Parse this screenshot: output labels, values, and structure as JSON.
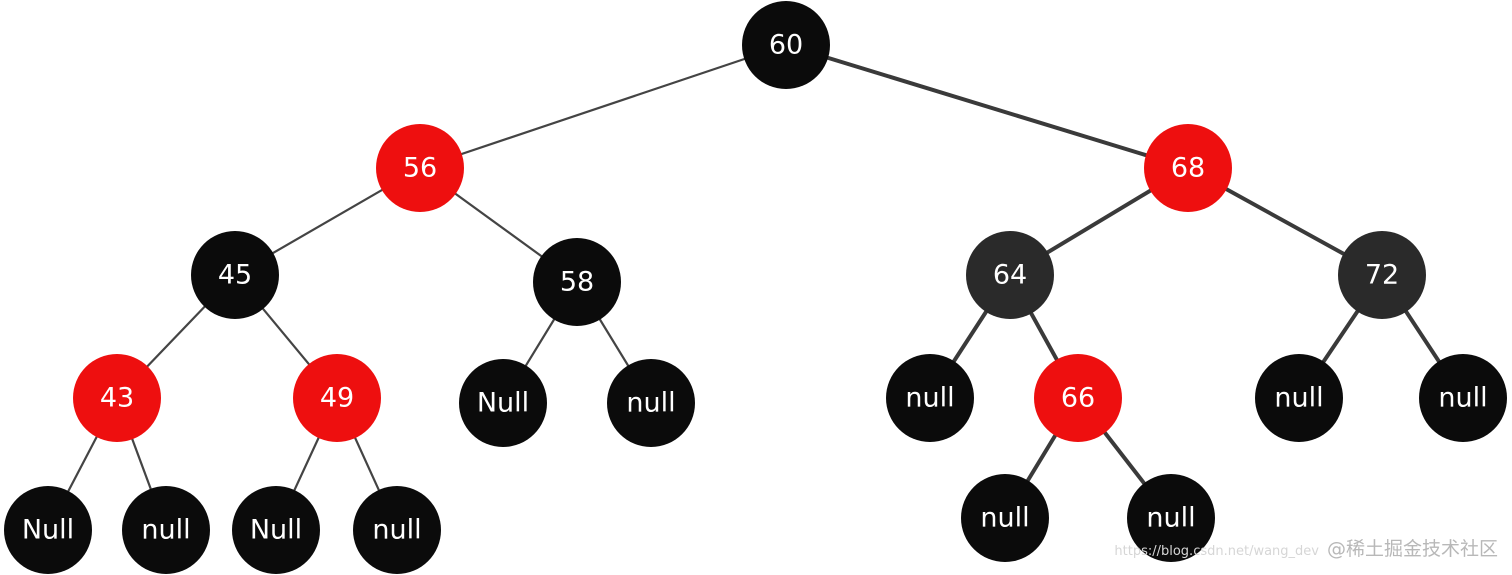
{
  "colors": {
    "black_node": "#0b0b0b",
    "dark_node": "#2a2a2a",
    "red_node": "#ee0f0f",
    "label": "#ffffff"
  },
  "nodes": [
    {
      "id": "n60",
      "label": "60",
      "color": "black"
    },
    {
      "id": "n56",
      "label": "56",
      "color": "red"
    },
    {
      "id": "n68",
      "label": "68",
      "color": "red"
    },
    {
      "id": "n45",
      "label": "45",
      "color": "black"
    },
    {
      "id": "n58",
      "label": "58",
      "color": "black"
    },
    {
      "id": "n64",
      "label": "64",
      "color": "dark"
    },
    {
      "id": "n72",
      "label": "72",
      "color": "dark"
    },
    {
      "id": "n43",
      "label": "43",
      "color": "red"
    },
    {
      "id": "n49",
      "label": "49",
      "color": "red"
    },
    {
      "id": "n58L",
      "label": "Null",
      "color": "black"
    },
    {
      "id": "n58R",
      "label": "null",
      "color": "black"
    },
    {
      "id": "n64L",
      "label": "null",
      "color": "black"
    },
    {
      "id": "n66",
      "label": "66",
      "color": "red"
    },
    {
      "id": "n72L",
      "label": "null",
      "color": "black"
    },
    {
      "id": "n72R",
      "label": "null",
      "color": "black"
    },
    {
      "id": "n43L",
      "label": "Null",
      "color": "black"
    },
    {
      "id": "n43R",
      "label": "null",
      "color": "black"
    },
    {
      "id": "n49L",
      "label": "Null",
      "color": "black"
    },
    {
      "id": "n49R",
      "label": "null",
      "color": "black"
    },
    {
      "id": "n66L",
      "label": "null",
      "color": "black"
    },
    {
      "id": "n66R",
      "label": "null",
      "color": "black"
    }
  ],
  "edges": [
    {
      "from": "n60",
      "to": "n56"
    },
    {
      "from": "n60",
      "to": "n68"
    },
    {
      "from": "n56",
      "to": "n45"
    },
    {
      "from": "n56",
      "to": "n58"
    },
    {
      "from": "n68",
      "to": "n64"
    },
    {
      "from": "n68",
      "to": "n72"
    },
    {
      "from": "n45",
      "to": "n43"
    },
    {
      "from": "n45",
      "to": "n49"
    },
    {
      "from": "n58",
      "to": "n58L"
    },
    {
      "from": "n58",
      "to": "n58R"
    },
    {
      "from": "n64",
      "to": "n64L"
    },
    {
      "from": "n64",
      "to": "n66"
    },
    {
      "from": "n72",
      "to": "n72L"
    },
    {
      "from": "n72",
      "to": "n72R"
    },
    {
      "from": "n43",
      "to": "n43L"
    },
    {
      "from": "n43",
      "to": "n43R"
    },
    {
      "from": "n49",
      "to": "n49L"
    },
    {
      "from": "n49",
      "to": "n49R"
    },
    {
      "from": "n66",
      "to": "n66L"
    },
    {
      "from": "n66",
      "to": "n66R"
    }
  ],
  "watermark": {
    "url": "https://blog.csdn.net/wang_dev",
    "text": "@稀土掘金技术社区"
  }
}
